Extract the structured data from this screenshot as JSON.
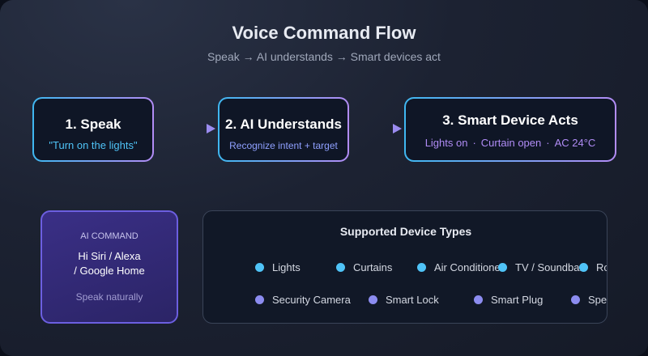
{
  "header": {
    "title": "Voice Command Flow",
    "subtitle": "Speak → AI understands → Smart devices act"
  },
  "steps": [
    {
      "title": "1. Speak",
      "detail": "\"Turn on the lights\""
    },
    {
      "title": "2. AI Understands",
      "detail": "Recognize intent + target"
    },
    {
      "title": "3. Smart Device Acts",
      "actions": [
        "Lights on",
        "Curtain open",
        "AC 24°C"
      ],
      "separator": "·"
    }
  ],
  "ai_command": {
    "label": "AI COMMAND",
    "line1": "Hi Siri / Alexa",
    "line2": "/ Google Home",
    "note": "Speak naturally"
  },
  "devices": {
    "title": "Supported Device Types",
    "row1": [
      "Lights",
      "Curtains",
      "Air Conditioner",
      "TV / Soundbar",
      "Robot Vacuum"
    ],
    "row2": [
      "Security Camera",
      "Smart Lock",
      "Smart Plug",
      "Speaker"
    ]
  },
  "colors": {
    "accent_blue": "#4fc3f7",
    "accent_purple": "#b08cf5",
    "ai_box": "#3a2f86"
  }
}
